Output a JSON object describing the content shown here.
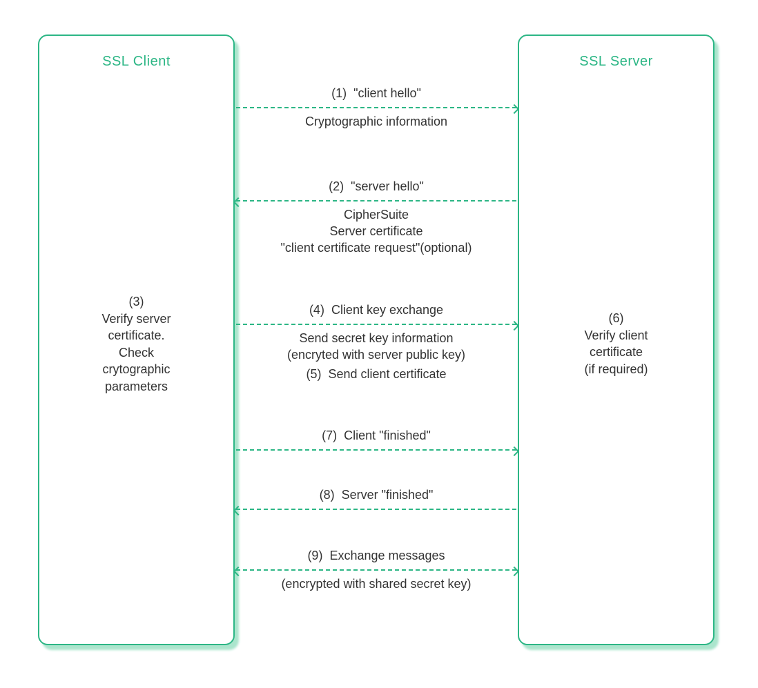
{
  "colors": {
    "accent": "#2cb685",
    "shadow": "#abe5cd",
    "text": "#333333",
    "background": "#ffffff"
  },
  "actors": {
    "client": {
      "title": "SSL Client",
      "note_lines": [
        "(3)",
        "Verify server",
        "certificate.",
        "Check",
        "crytographic",
        "parameters"
      ]
    },
    "server": {
      "title": "SSL Server",
      "note_lines": [
        "(6)",
        "Verify client",
        "certificate",
        "(if required)"
      ]
    }
  },
  "messages": [
    {
      "id": "1",
      "label": "(1)  \"client hello\"",
      "direction": "right",
      "sub_lines": [
        "Cryptographic information"
      ]
    },
    {
      "id": "2",
      "label": "(2)  \"server hello\"",
      "direction": "left",
      "sub_lines": [
        "CipherSuite",
        "Server certificate",
        "\"client certificate request\"(optional)"
      ]
    },
    {
      "id": "4",
      "label": "(4)  Client key exchange",
      "direction": "right",
      "sub_lines": [
        "Send secret key information",
        "(encryted with server public key)"
      ]
    },
    {
      "id": "5",
      "label": "(5)  Send client certificate",
      "direction": "none",
      "sub_lines": []
    },
    {
      "id": "7",
      "label": "(7)  Client \"finished\"",
      "direction": "right",
      "sub_lines": []
    },
    {
      "id": "8",
      "label": "(8)  Server \"finished\"",
      "direction": "left",
      "sub_lines": []
    },
    {
      "id": "9",
      "label": "(9)  Exchange messages",
      "direction": "both",
      "sub_lines": [
        "(encrypted with shared secret key)"
      ]
    }
  ]
}
